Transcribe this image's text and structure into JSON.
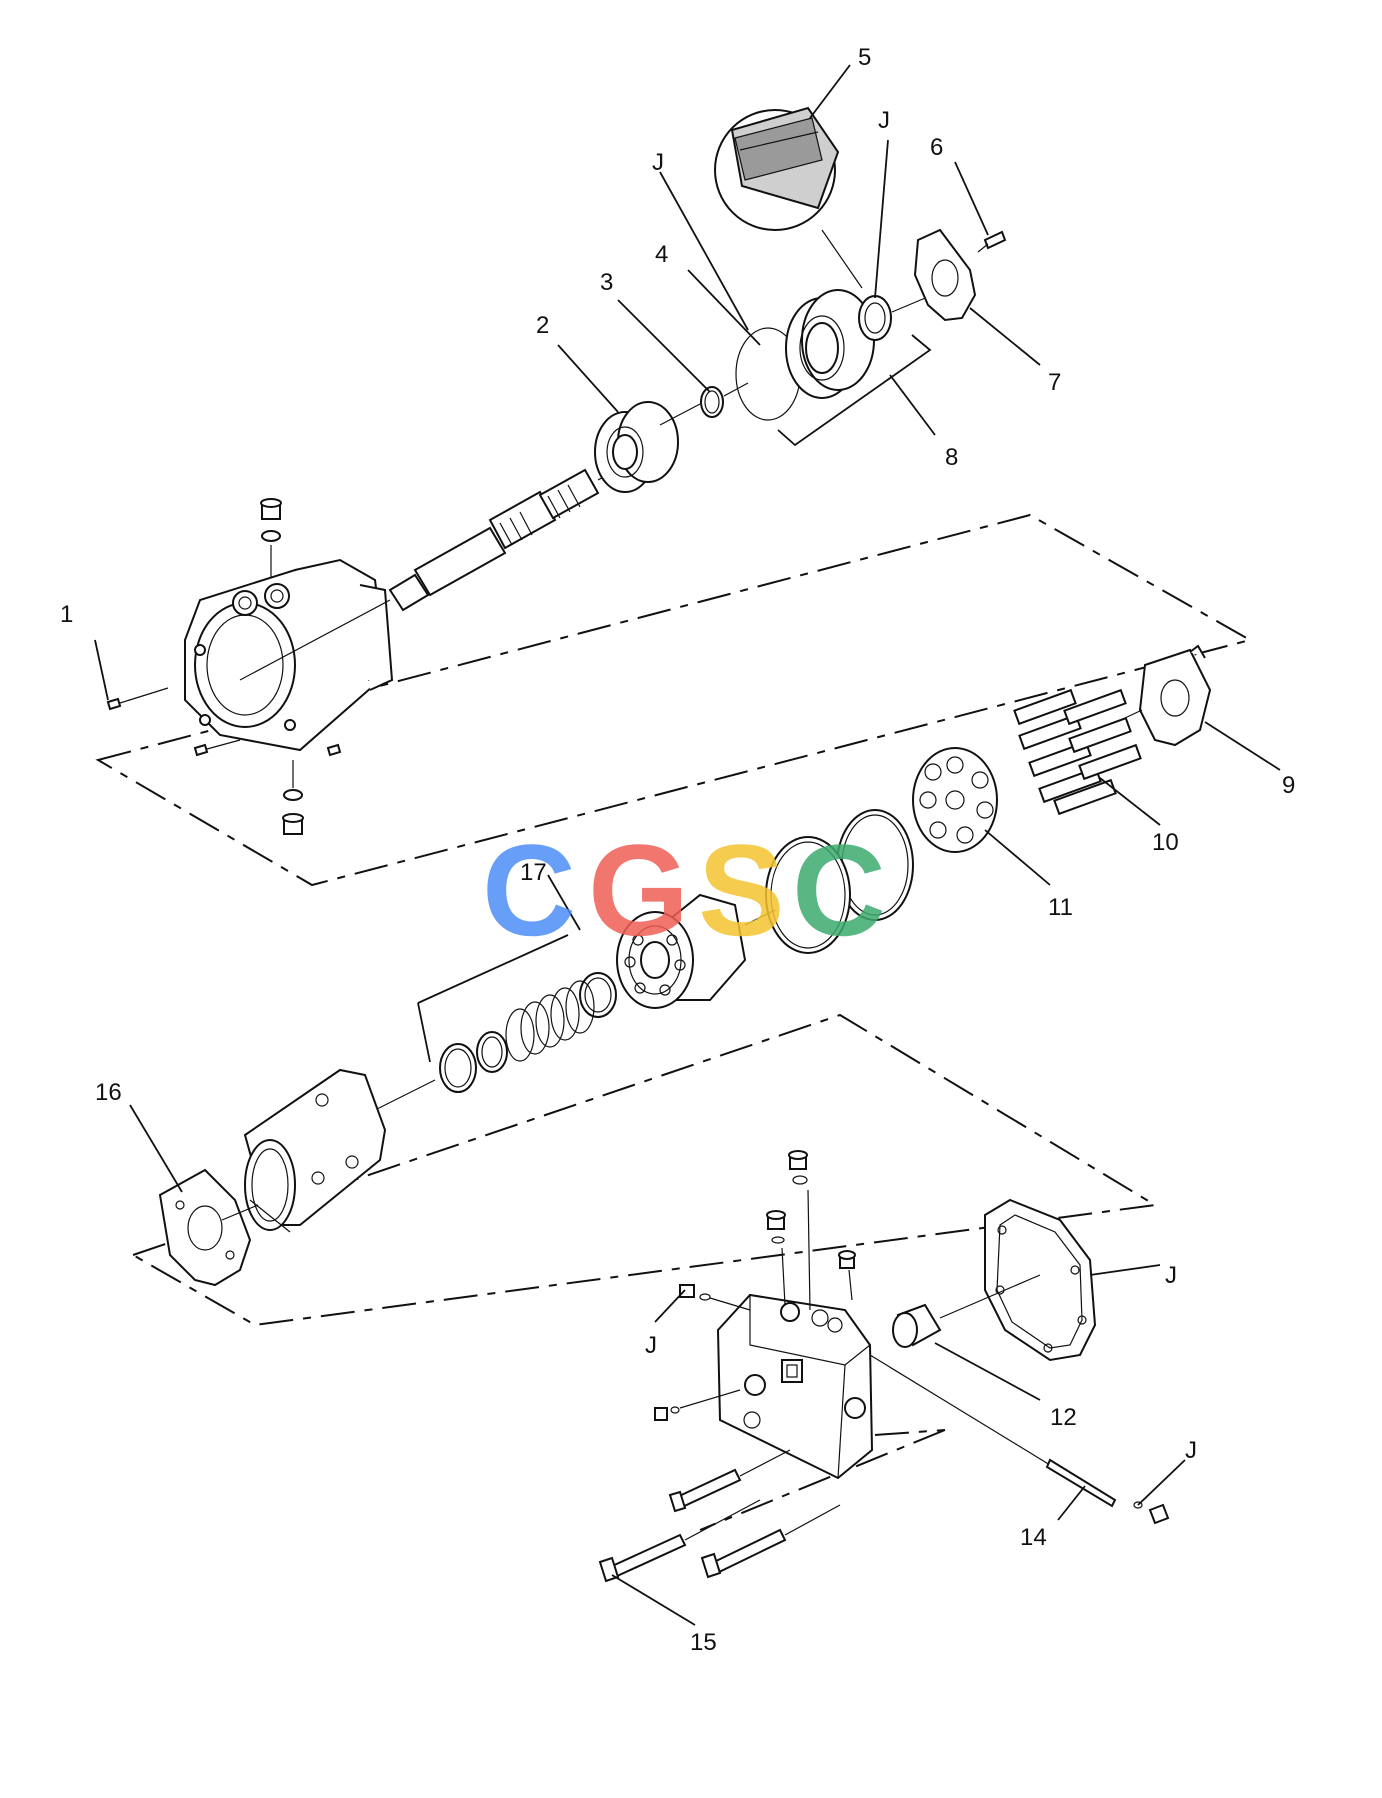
{
  "diagram": {
    "callouts": [
      "1",
      "2",
      "3",
      "4",
      "5",
      "6",
      "7",
      "8",
      "9",
      "10",
      "11",
      "12",
      "14",
      "15",
      "16",
      "17"
    ],
    "reference_labels": [
      "J",
      "J",
      "J",
      "J",
      "J"
    ]
  },
  "watermark": {
    "letters": [
      "C",
      "G",
      "S",
      "C"
    ],
    "colors": [
      "#4d8ef7",
      "#ee5f55",
      "#f4c430",
      "#3dab6e"
    ]
  }
}
